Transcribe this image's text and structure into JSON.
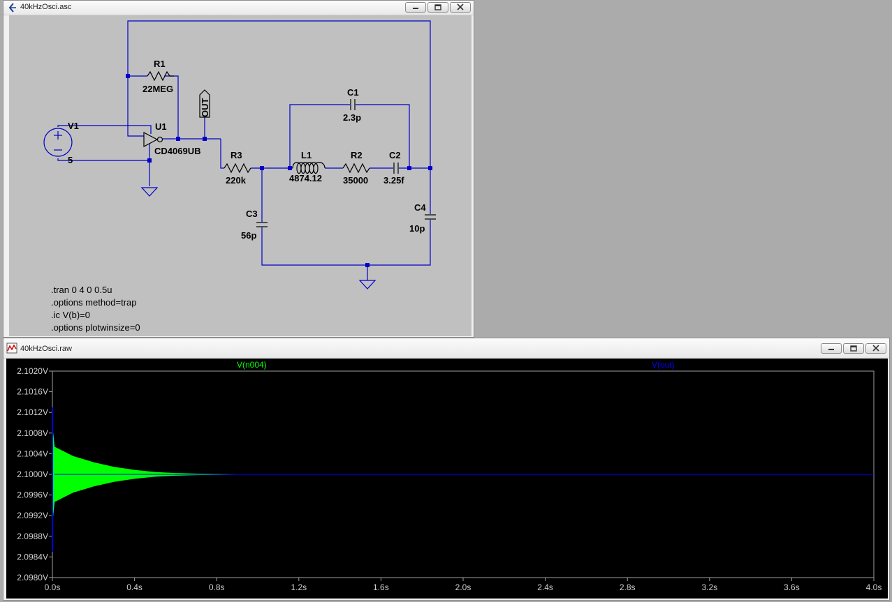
{
  "schematic_window": {
    "title": "40kHzOsci.asc",
    "components": {
      "v1": {
        "ref": "V1",
        "value": "5"
      },
      "r1": {
        "ref": "R1",
        "value": "22MEG"
      },
      "u1": {
        "ref": "U1",
        "value": "CD4069UB"
      },
      "out": {
        "label": "OUT"
      },
      "r3": {
        "ref": "R3",
        "value": "220k"
      },
      "c1": {
        "ref": "C1",
        "value": "2.3p"
      },
      "l1": {
        "ref": "L1",
        "value": "4874.12"
      },
      "r2": {
        "ref": "R2",
        "value": "35000"
      },
      "c2": {
        "ref": "C2",
        "value": "3.25f"
      },
      "c3": {
        "ref": "C3",
        "value": "56p"
      },
      "c4": {
        "ref": "C4",
        "value": "10p"
      }
    },
    "directives": [
      ".tran 0 4 0 0.5u",
      ".options method=trap",
      ".ic V(b)=0",
      ".options plotwinsize=0"
    ],
    "colors": {
      "wire": "#0000c8",
      "background": "#c0c0c0"
    }
  },
  "plot_window": {
    "title": "40kHzOsci.raw",
    "colors": {
      "background": "#000000",
      "grid": "#a0a0a0",
      "v_n004": "#00ff00",
      "v_out": "#0000ff"
    }
  },
  "chart_data": {
    "type": "line",
    "title": "",
    "xlabel": "",
    "ylabel": "",
    "xlim": [
      0,
      4.0
    ],
    "ylim": [
      2.098,
      2.102
    ],
    "x_ticks": [
      "0.0s",
      "0.4s",
      "0.8s",
      "1.2s",
      "1.6s",
      "2.0s",
      "2.4s",
      "2.8s",
      "3.2s",
      "3.6s",
      "4.0s"
    ],
    "y_ticks": [
      "2.1020V",
      "2.1016V",
      "2.1012V",
      "2.1008V",
      "2.1004V",
      "2.1000V",
      "2.0996V",
      "2.0992V",
      "2.0988V",
      "2.0984V",
      "2.0980V"
    ],
    "grid": false,
    "series": [
      {
        "name": "V(n004)",
        "color": "#00ff00",
        "description_type": "decaying oscillation envelope",
        "x": [
          0.0,
          0.01,
          0.1,
          0.2,
          0.3,
          0.4,
          0.5,
          0.6,
          0.7,
          0.93
        ],
        "upper": [
          2.1009,
          2.10053,
          2.10035,
          2.10023,
          2.10014,
          2.10008,
          2.10004,
          2.10002,
          2.10001,
          2.1
        ],
        "lower": [
          2.0991,
          2.09947,
          2.09965,
          2.09977,
          2.09986,
          2.09992,
          2.09996,
          2.09998,
          2.09999,
          2.1
        ]
      },
      {
        "name": "V(out)",
        "color": "#0000ff",
        "x": [
          0.0,
          0.0,
          0.01,
          4.0
        ],
        "y": [
          2.1013,
          2.0985,
          2.1,
          2.1
        ]
      }
    ]
  }
}
